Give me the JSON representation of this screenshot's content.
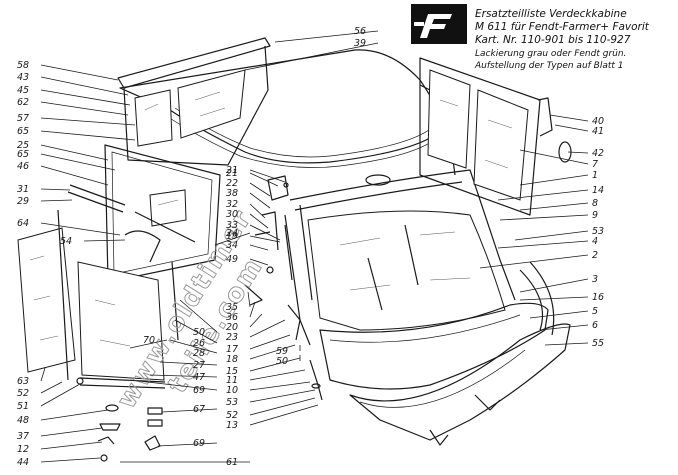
{
  "header": {
    "title_lines": [
      "Ersatzteilliste Verdeckkabine",
      "M 611 für Fendt-Farmer+ Favorit",
      "Kart. Nr. 110-901 bis 110-927",
      "Lackierung grau oder Fendt grün.",
      "Aufstellung der Typen auf Blatt 1"
    ],
    "logo_letter": "F"
  },
  "watermark": {
    "line1": "www.oldtimer",
    "line2": "teile.com"
  },
  "callouts": {
    "left": [
      "58",
      "43",
      "45",
      "62",
      "57",
      "65",
      "25",
      "65",
      "46",
      "31",
      "29",
      "64",
      "54",
      "63",
      "52",
      "51",
      "48",
      "37",
      "12",
      "44",
      "61"
    ],
    "middle": [
      "56",
      "39",
      "21",
      "22",
      "38",
      "32",
      "30",
      "33",
      "24",
      "34",
      "49",
      "35",
      "36",
      "20",
      "23",
      "17",
      "18",
      "15",
      "11",
      "10",
      "53",
      "52",
      "13",
      "50",
      "26",
      "28",
      "27",
      "47",
      "69",
      "70",
      "67",
      "69",
      "59",
      "50",
      "61",
      "21"
    ],
    "right": [
      "40",
      "41",
      "42",
      "7",
      "1",
      "14",
      "8",
      "9",
      "53",
      "4",
      "2",
      "16",
      "5",
      "6",
      "55",
      "3",
      "19"
    ]
  },
  "colors": {
    "ink": "#1a1a1a",
    "paper": "#ffffff",
    "watermark": "#9a9a9a"
  }
}
